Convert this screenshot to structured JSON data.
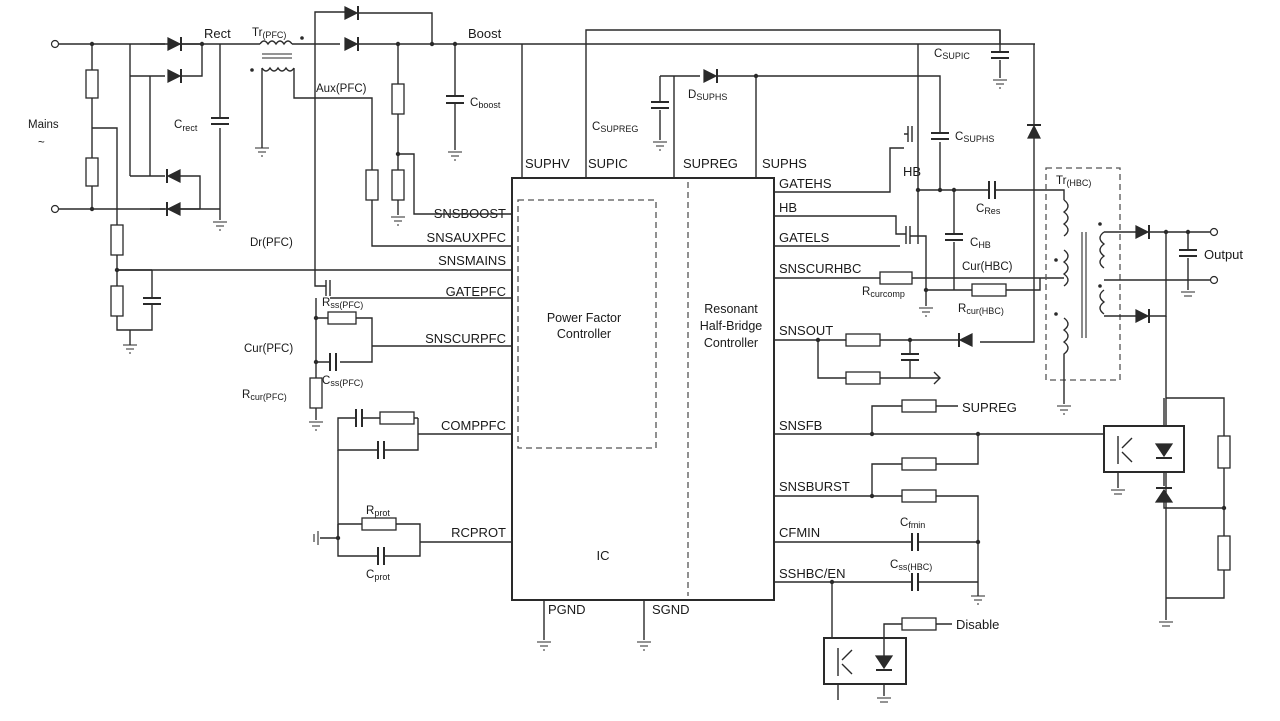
{
  "ic": {
    "label": "IC",
    "pfc_block": [
      "Power Factor",
      "Controller"
    ],
    "hb_block": [
      "Resonant",
      "Half-Bridge",
      "Controller"
    ],
    "pins_top": [
      "SUPHV",
      "SUPIC",
      "SUPREG",
      "SUPHS"
    ],
    "pins_left": [
      "SNSBOOST",
      "SNSAUXPFC",
      "SNSMAINS",
      "GATEPFC",
      "SNSCURPFC",
      "COMPPFC",
      "RCPROT"
    ],
    "pins_right": [
      "GATEHS",
      "HB",
      "GATELS",
      "SNSCURHBC",
      "SNSOUT",
      "SNSFB",
      "SNSBURST",
      "CFMIN",
      "SSHBC/EN"
    ],
    "pins_bottom": [
      "PGND",
      "SGND"
    ]
  },
  "nets": {
    "mains": "Mains",
    "mains_symbol": "~",
    "rect": "Rect",
    "boost": "Boost",
    "aux_pfc": "Aux(PFC)",
    "dr_pfc": "Dr(PFC)",
    "cur_pfc": "Cur(PFC)",
    "hb": "HB",
    "cur_hbc": "Cur(HBC)",
    "supreg": "SUPREG",
    "output": "Output",
    "disable": "Disable"
  },
  "components": {
    "tr_pfc": {
      "base": "Tr",
      "sub": "(PFC)"
    },
    "tr_hbc": {
      "base": "Tr",
      "sub": "(HBC)"
    },
    "c_rect": {
      "base": "C",
      "sub": "rect"
    },
    "c_boost": {
      "base": "C",
      "sub": "boost"
    },
    "c_supic": {
      "base": "C",
      "sub": "SUPIC"
    },
    "c_supreg": {
      "base": "C",
      "sub": "SUPREG"
    },
    "d_suphs": {
      "base": "D",
      "sub": "SUPHS"
    },
    "c_suphs": {
      "base": "C",
      "sub": "SUPHS"
    },
    "c_res": {
      "base": "C",
      "sub": "Res"
    },
    "c_hb": {
      "base": "C",
      "sub": "HB"
    },
    "r_curcomp": {
      "base": "R",
      "sub": "curcomp"
    },
    "r_cur_hbc": {
      "base": "R",
      "sub": "cur(HBC)"
    },
    "r_ss_pfc": {
      "base": "R",
      "sub": "ss(PFC)"
    },
    "c_ss_pfc": {
      "base": "C",
      "sub": "ss(PFC)"
    },
    "r_cur_pfc": {
      "base": "R",
      "sub": "cur(PFC)"
    },
    "r_prot": {
      "base": "R",
      "sub": "prot"
    },
    "c_prot": {
      "base": "C",
      "sub": "prot"
    },
    "c_fmin": {
      "base": "C",
      "sub": "fmin"
    },
    "c_ss_hbc": {
      "base": "C",
      "sub": "ss(HBC)"
    }
  }
}
